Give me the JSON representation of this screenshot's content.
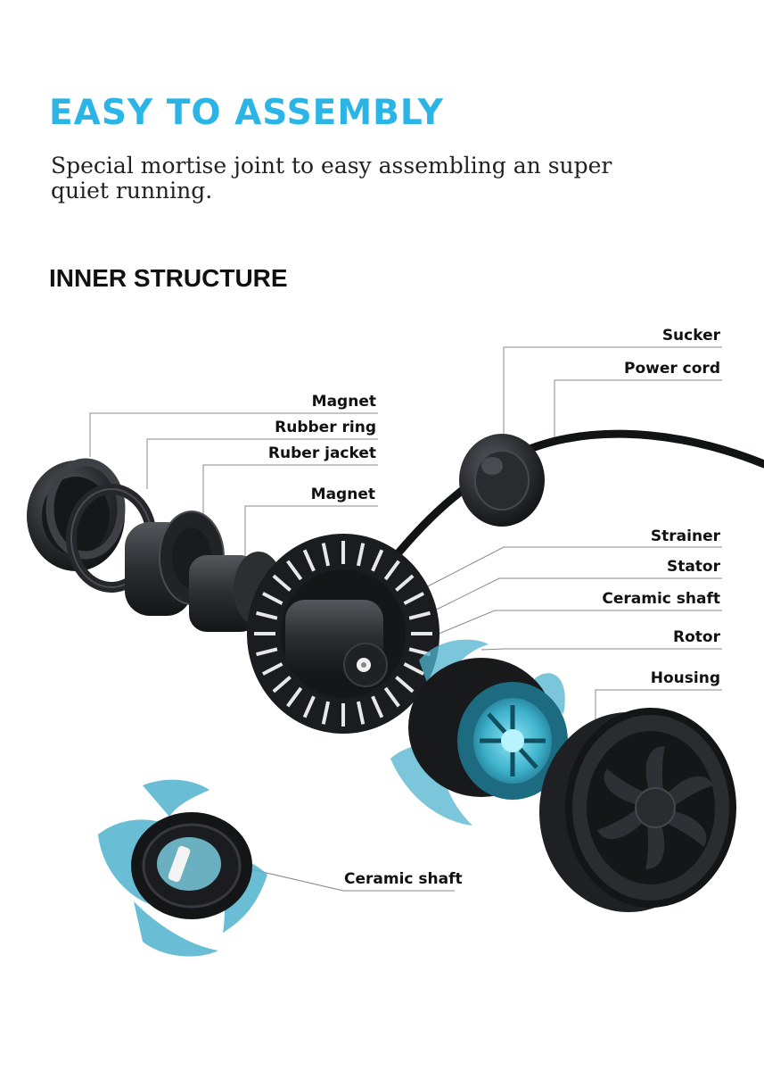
{
  "header": {
    "title": "EASY TO ASSEMBLY",
    "subtitle": "Special mortise joint to easy assembling an super quiet running."
  },
  "section": {
    "title": "INNER STRUCTURE"
  },
  "labels": {
    "sucker": "Sucker",
    "power_cord": "Power cord",
    "magnet_outer": "Magnet",
    "rubber_ring": "Rubber ring",
    "rubber_jacket": "Ruber jacket",
    "magnet_inner": "Magnet",
    "strainer": "Strainer",
    "stator": "Stator",
    "ceramic_shaft": "Ceramic shaft",
    "rotor": "Rotor",
    "housing": "Housing",
    "ceramic_shaft_detail": "Ceramic shaft"
  },
  "colors": {
    "accent": "#2bb4e6",
    "part_dark": "#1c1d20",
    "impeller": "#4fb3cf",
    "leader_line": "#888888"
  }
}
